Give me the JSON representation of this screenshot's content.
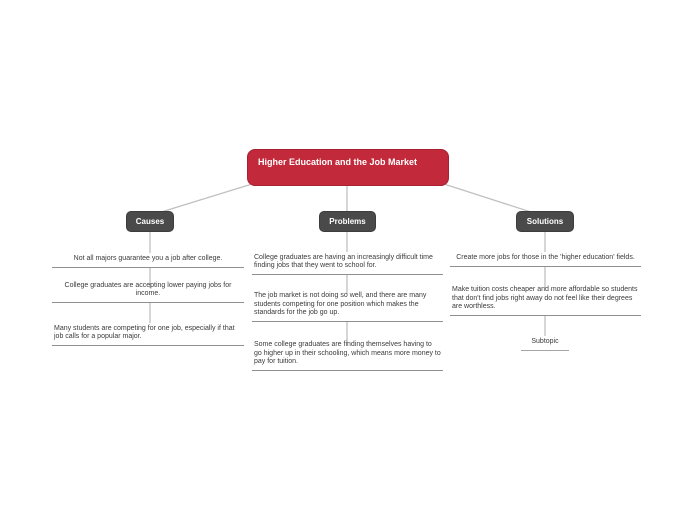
{
  "canvas": {
    "background": "#ffffff"
  },
  "root": {
    "label": "Higher Education and the Job Market",
    "fill": "#c2293a",
    "text_color": "#ffffff"
  },
  "branches": [
    {
      "label": "Causes",
      "fill": "#4a4a4a",
      "items": [
        {
          "text": "Not all majors guarantee you a job after college."
        },
        {
          "text": "College graduates are accepting lower paying jobs for income."
        },
        {
          "text": "Many students are competing for one job, especially if that job calls for a popular major."
        }
      ]
    },
    {
      "label": "Problems",
      "fill": "#4a4a4a",
      "items": [
        {
          "text": "College graduates are having an increasingly difficult time finding jobs that they went to school for."
        },
        {
          "text": "The job market is not doing so well, and there are many students competing for one position which makes the standards for the job go up."
        },
        {
          "text": "Some college graduates are finding themselves having to go higher up in their schooling, which means more money to pay for tuition."
        }
      ]
    },
    {
      "label": "Solutions",
      "fill": "#4a4a4a",
      "items": [
        {
          "text": "Create more jobs for those in the 'higher education' fields."
        },
        {
          "text": "Make tuition costs cheaper and more affordable so students that don't find jobs right away do not feel like their degrees are worthless."
        },
        {
          "text": "Subtopic"
        }
      ]
    }
  ],
  "connector_color": "#c0c0c0",
  "underline_color": "#8f8f8f"
}
